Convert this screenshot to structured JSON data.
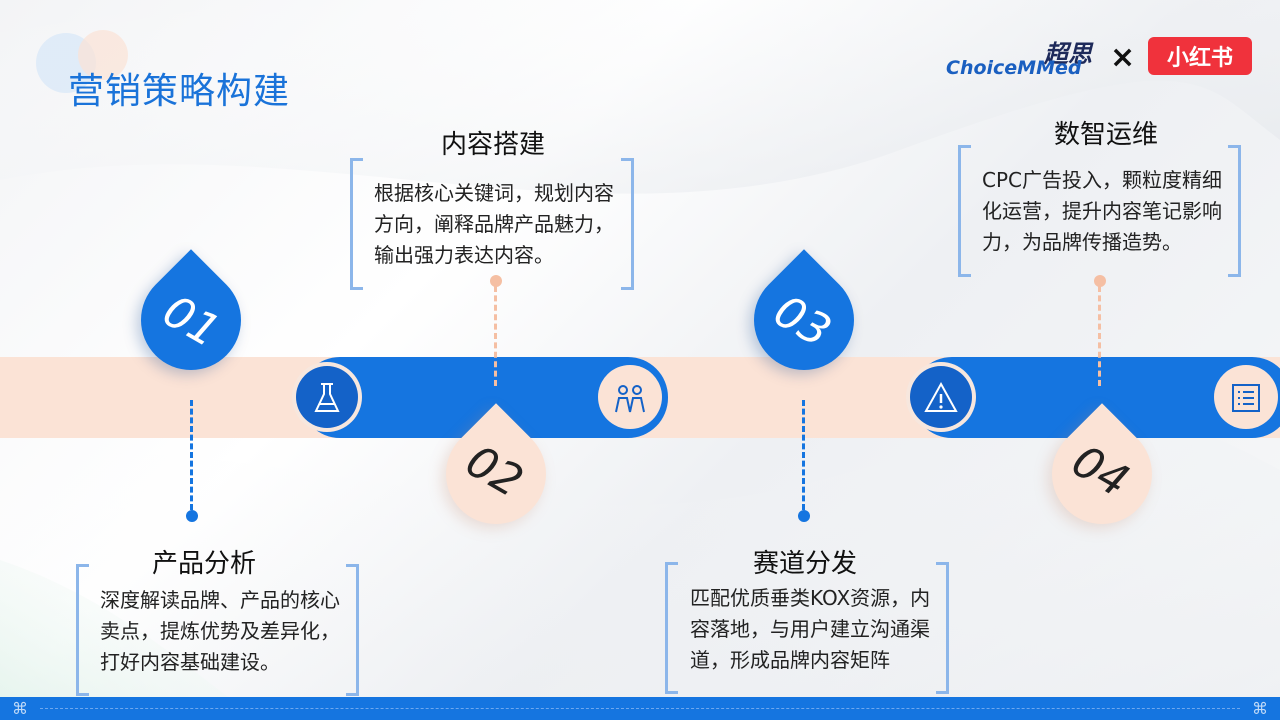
{
  "page": {
    "title": "营销策略构建"
  },
  "logos": {
    "choice_cn": "超思",
    "choice_en": "ChoiceMMed",
    "cross": "×",
    "xhs": "小红书"
  },
  "colors": {
    "primary_blue": "#1575e0",
    "pale_peach": "#fbe3d6",
    "title_blue": "#1a73d9",
    "bracket_blue": "#8cb6ea",
    "red_logo": "#f0323c"
  },
  "steps": [
    {
      "number": "01",
      "heading": "产品分析",
      "text": "深度解读品牌、产品的核心卖点，提炼优势及差异化，打好内容基础建设。",
      "icon": "flask-icon"
    },
    {
      "number": "02",
      "heading": "内容搭建",
      "text": "根据核心关键词，规划内容方向，阐释品牌产品魅力，输出强力表达内容。",
      "icon": "people-icon"
    },
    {
      "number": "03",
      "heading": "赛道分发",
      "text": "匹配优质垂类KOX资源，内容落地，与用户建立沟通渠道，形成品牌内容矩阵",
      "icon": "warning-icon"
    },
    {
      "number": "04",
      "heading": "数智运维",
      "text": "CPC广告投入，颗粒度精细化运营，提升内容笔记影响力，为品牌传播造势。",
      "icon": "document-list-icon"
    }
  ]
}
